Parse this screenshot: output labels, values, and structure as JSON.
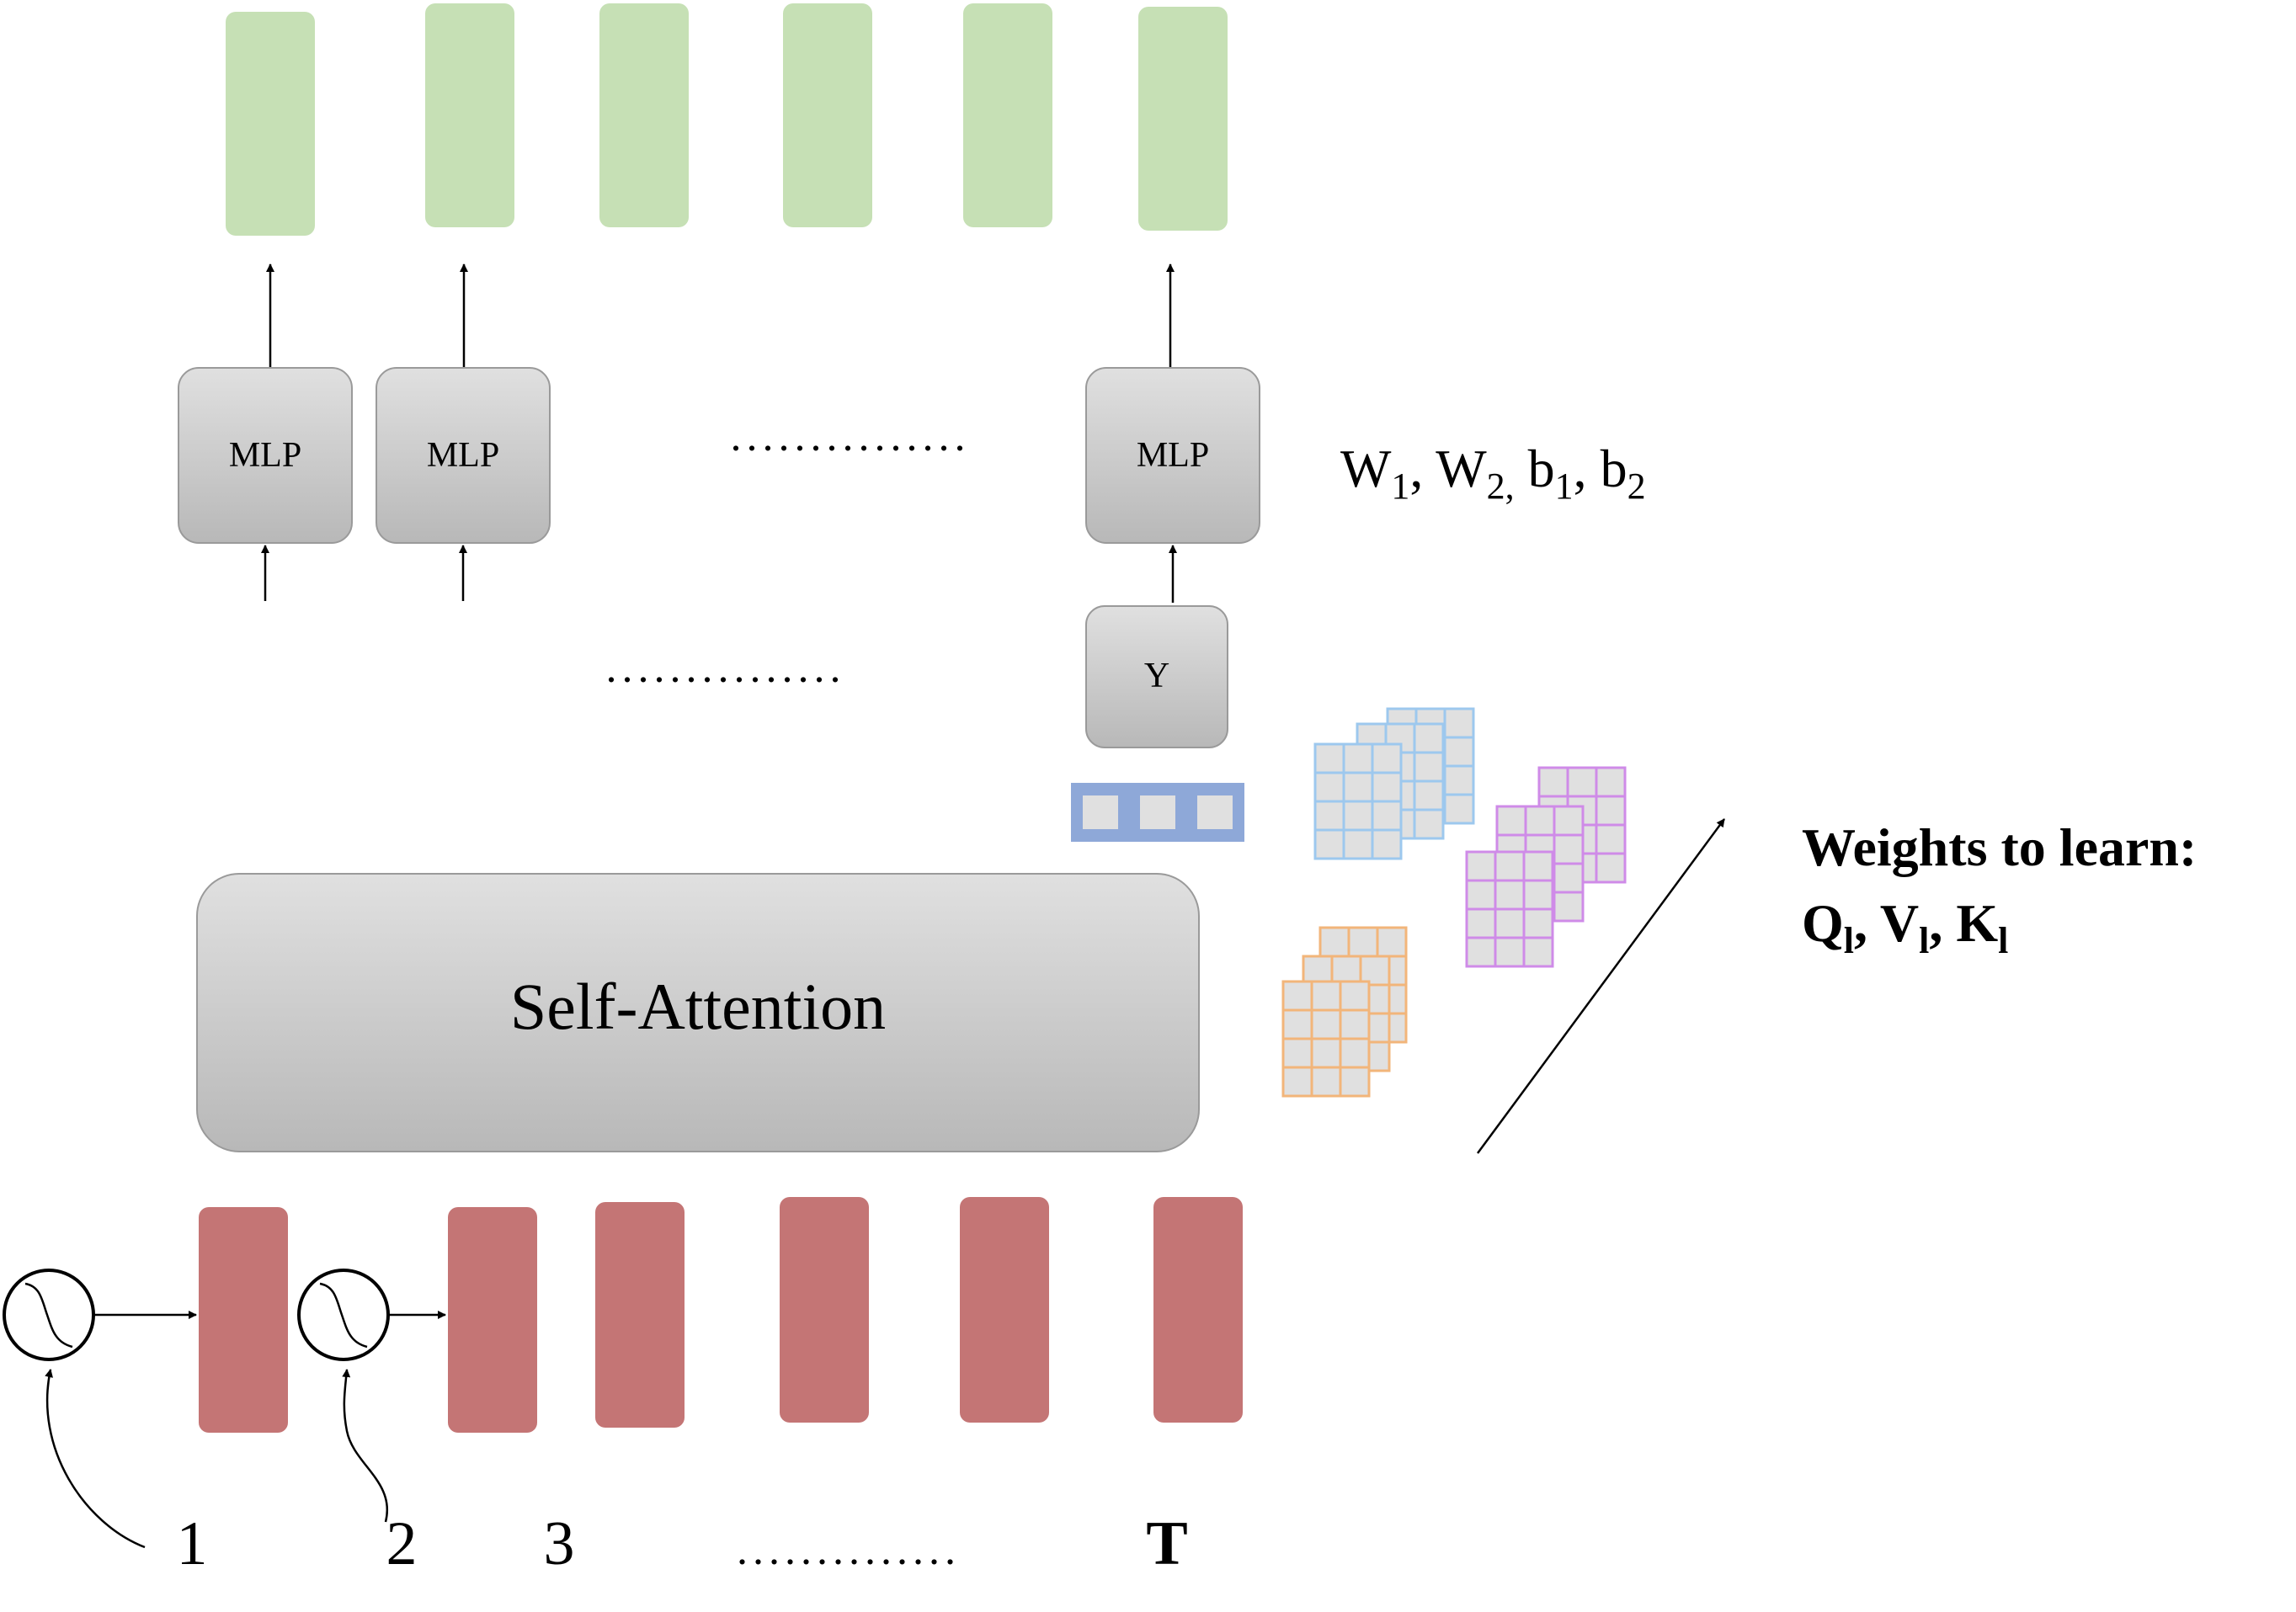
{
  "colors": {
    "output_token": "#c6e0b5",
    "input_token": "#c47575",
    "gray_top": "#e0e0e0",
    "gray_bottom": "#b8b8b8",
    "gray_border": "#9a9a9a",
    "matrix_blue": "#9dc8ee",
    "matrix_purple": "#cf8be8",
    "matrix_orange": "#f2b57a",
    "matrix_cell": "#e0e0e0",
    "vector_frame": "#8ea8d8",
    "ink": "#000000"
  },
  "labels": {
    "mlp": "MLP",
    "y": "Y",
    "self_attention": "Self-Attention",
    "mlp_dots": "...............",
    "mid_dots": "...............",
    "bottom_dots": "..............",
    "positions": [
      "1",
      "2",
      "3",
      "T"
    ],
    "weights_to_learn": "Weights to learn:",
    "mlp_params": {
      "W1": "W",
      "W1_sub": "1",
      "W2": "W",
      "W2_sub": "2,",
      "b1": "b",
      "b1_sub": "1",
      "b2": "b",
      "b2_sub": "2"
    },
    "attn_params": {
      "Q": "Q",
      "Q_sub": "l",
      "V": "V",
      "V_sub": "l",
      "K": "K",
      "K_sub": "l"
    }
  },
  "icons": {
    "positional_encoding": "sine-wave-circle-icon"
  }
}
